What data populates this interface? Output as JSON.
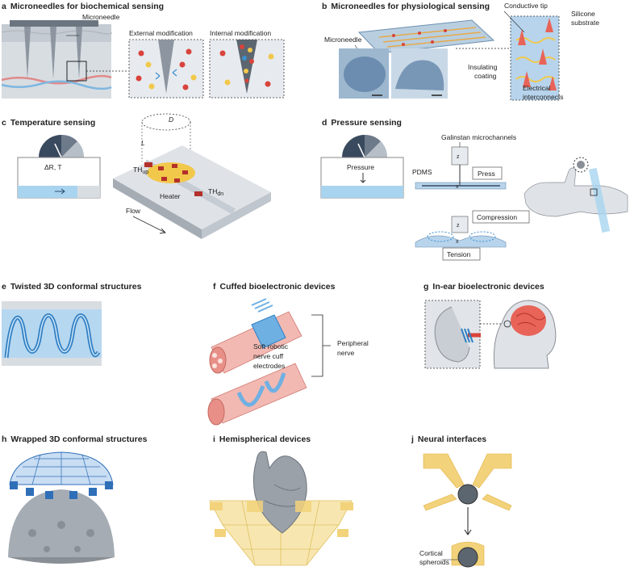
{
  "panels": {
    "a": {
      "letter": "a",
      "title": "Microneedles for biochemical sensing",
      "microneedle": "Microneedle",
      "external": "External modification",
      "internal": "Internal modification"
    },
    "b": {
      "letter": "b",
      "title": "Microneedles for physiological sensing",
      "microneedle": "Microneedle",
      "conductive_tip": "Conductive tip",
      "silicone": "Silicone",
      "substrate": "substrate",
      "insulating": "Insulating",
      "coating": "coating",
      "electrical": "Electrical",
      "interconnects": "interconnects"
    },
    "c": {
      "letter": "c",
      "title": "Temperature sensing",
      "delta": "ΔR, T",
      "D": "D",
      "L1": "L",
      "L2": "L",
      "th_up": "TH",
      "th_up_sub": "up",
      "th_dn": "TH",
      "th_dn_sub": "dn",
      "heater": "Heater",
      "flow": "Flow"
    },
    "d": {
      "letter": "d",
      "title": "Pressure sensing",
      "pressure": "Pressure",
      "galinstan": "Galinstan microchannels",
      "pdms": "PDMS",
      "press": "Press",
      "compression": "Compression",
      "tension": "Tension",
      "z1": "z",
      "x1": "x",
      "z2": "z",
      "x2": "x"
    },
    "e": {
      "letter": "e",
      "title": "Twisted 3D conformal structures"
    },
    "f": {
      "letter": "f",
      "title": "Cuffed bioelectronic devices",
      "cuff_1": "Soft robotic",
      "cuff_2": "nerve cuff",
      "cuff_3": "electrodes",
      "peripheral_1": "Peripheral",
      "peripheral_2": "nerve"
    },
    "g": {
      "letter": "g",
      "title": "In-ear bioelectronic devices"
    },
    "h": {
      "letter": "h",
      "title": "Wrapped 3D conformal structures"
    },
    "i": {
      "letter": "i",
      "title": "Hemispherical devices"
    },
    "j": {
      "letter": "j",
      "title": "Neural interfaces",
      "cortical_1": "Cortical",
      "cortical_2": "spheroids"
    }
  },
  "colors": {
    "blue": "#3b8fd0",
    "light_blue": "#a8d4ef",
    "red": "#d9433b",
    "yellow": "#f2c84b",
    "gray": "#8a8f96",
    "dark": "#3a4a5e",
    "pink": "#f2b9b2",
    "gold": "#f2d27a"
  }
}
